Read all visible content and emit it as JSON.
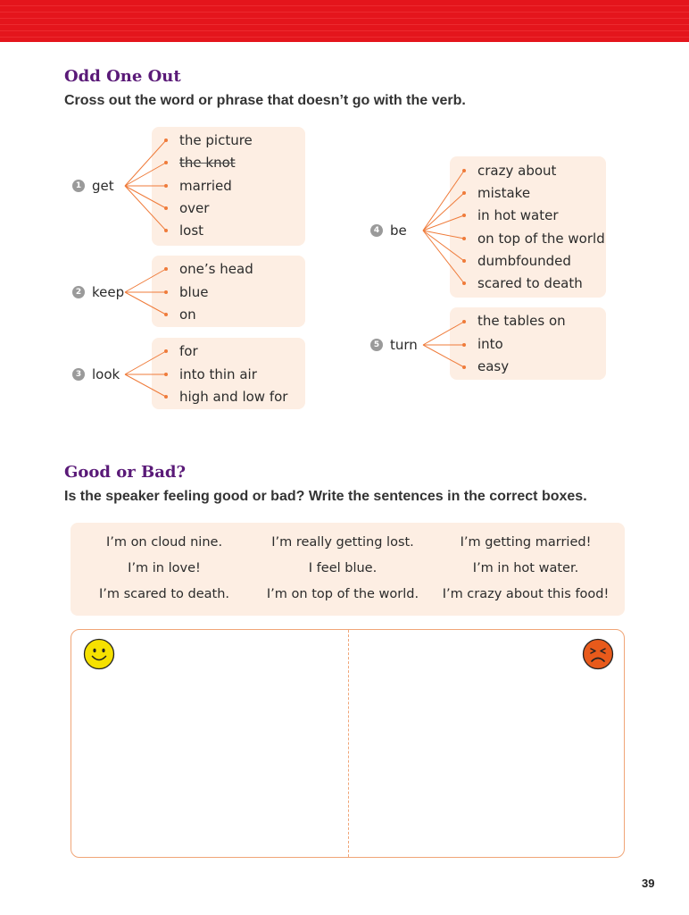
{
  "odd_one_out": {
    "title": "Odd One Out",
    "instruction": "Cross out the word or phrase that doesn’t go with the verb.",
    "groups": [
      {
        "number": "1",
        "verb": "get",
        "options": [
          "the picture",
          "the knot",
          "married",
          "over",
          "lost"
        ],
        "crossed_out": "the knot"
      },
      {
        "number": "2",
        "verb": "keep",
        "options": [
          "one’s head",
          "blue",
          "on"
        ]
      },
      {
        "number": "3",
        "verb": "look",
        "options": [
          "for",
          "into thin air",
          "high and low for"
        ]
      },
      {
        "number": "4",
        "verb": "be",
        "options": [
          "crazy about",
          "mistake",
          "in hot water",
          "on top of the world",
          "dumbfounded",
          "scared to death"
        ]
      },
      {
        "number": "5",
        "verb": "turn",
        "options": [
          "the tables on",
          "into",
          "easy"
        ]
      }
    ]
  },
  "good_or_bad": {
    "title": "Good or Bad?",
    "instruction": "Is the speaker feeling good or bad? Write the sentences in the correct boxes.",
    "sentences": [
      [
        "I’m on cloud nine.",
        "I’m really getting lost.",
        "I’m getting married!"
      ],
      [
        "I’m in love!",
        "I feel blue.",
        "I’m in hot water."
      ],
      [
        "I’m scared to death.",
        "I’m on top of the world.",
        "I’m crazy about this food!"
      ]
    ],
    "good_icon": "smiley-face-icon",
    "bad_icon": "angry-face-icon"
  },
  "colors": {
    "header_red": "#e4151c",
    "title_purple": "#5a1a78",
    "box_peach": "#fdeee3",
    "line_orange": "#ef7b3a",
    "smiley_yellow": "#f6e100",
    "angry_orange": "#e85a1b"
  },
  "page_number": "39"
}
